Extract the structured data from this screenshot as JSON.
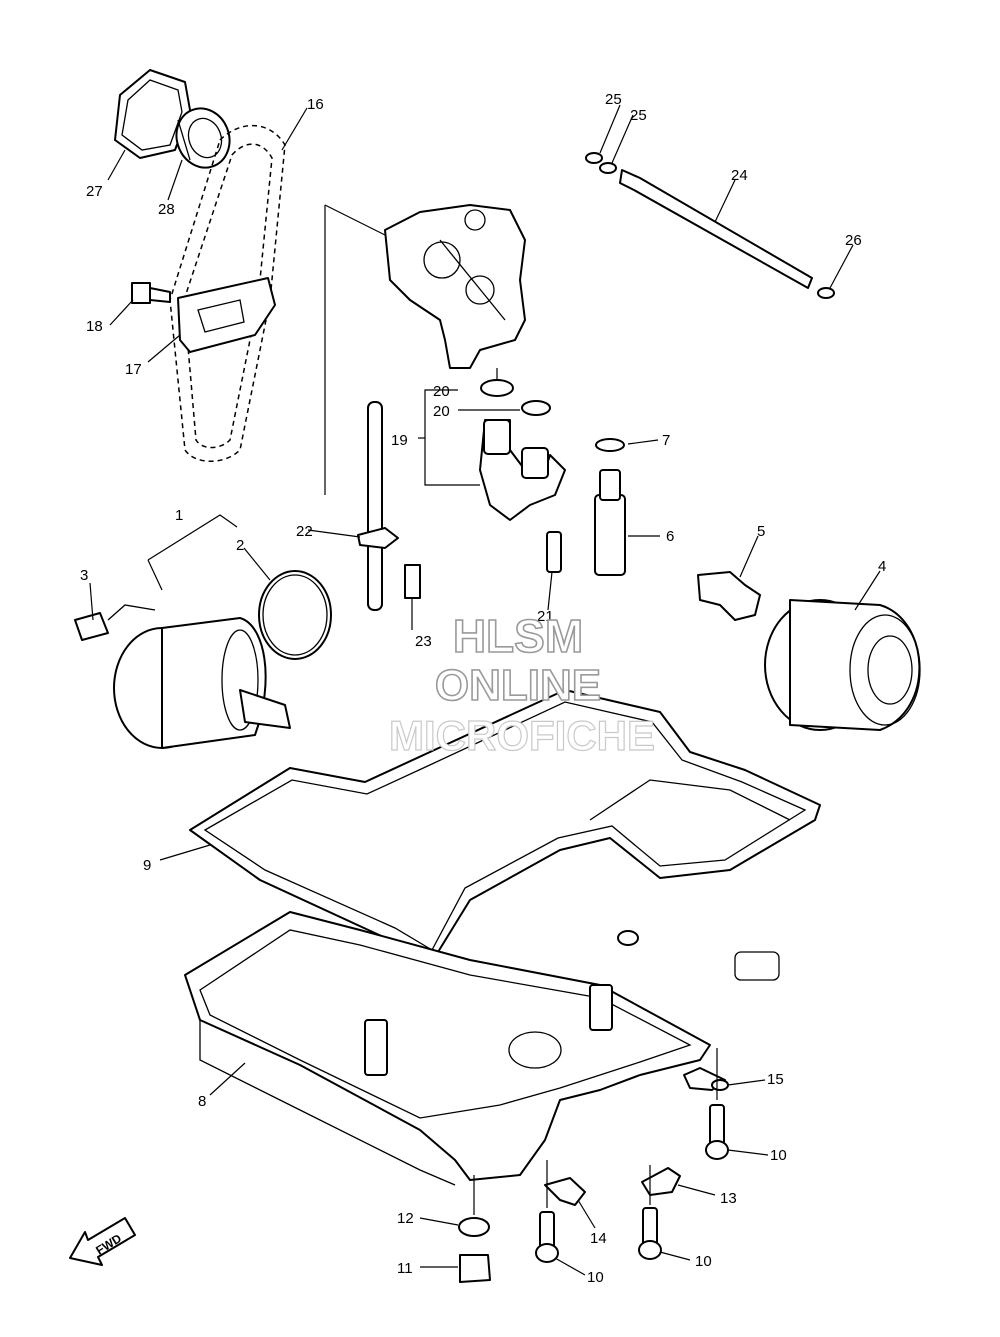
{
  "callouts": {
    "c1": "1",
    "c2": "2",
    "c3": "3",
    "c4": "4",
    "c5": "5",
    "c6": "6",
    "c7": "7",
    "c8": "8",
    "c9": "9",
    "c10a": "10",
    "c10b": "10",
    "c10c": "10",
    "c11": "11",
    "c12": "12",
    "c13": "13",
    "c14": "14",
    "c15": "15",
    "c16": "16",
    "c17": "17",
    "c18": "18",
    "c19": "19",
    "c20a": "20",
    "c20b": "20",
    "c21": "21",
    "c22": "22",
    "c23": "23",
    "c24": "24",
    "c25a": "25",
    "c25b": "25",
    "c26": "26",
    "c27": "27",
    "c28": "28"
  },
  "watermark": {
    "line1": "HLSM",
    "line2": "ONLINE",
    "line3": "MICROFICHE"
  },
  "fwd_label": "FWD"
}
